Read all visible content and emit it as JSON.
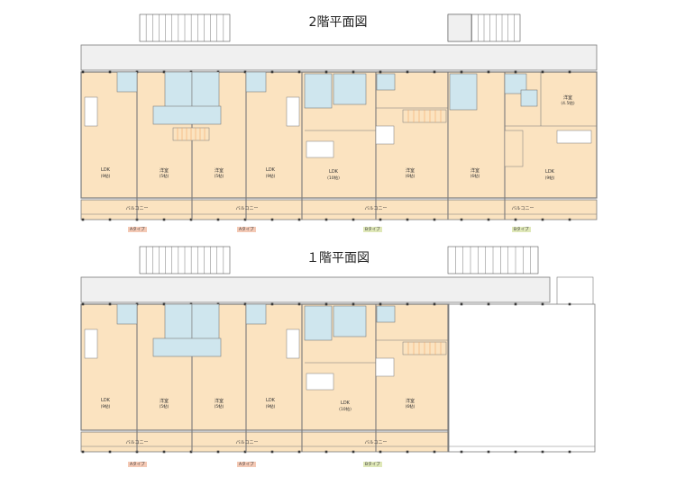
{
  "colors": {
    "room": "#fbe3c0",
    "wet": "#cfe6ee",
    "corridor": "#f0f0f0",
    "wall": "#7a7a7a",
    "column": "#3a3a3a",
    "stairs": "#f2a15a",
    "type_a": "#f4c9b5",
    "type_b": "#dfe8b8"
  },
  "floors": [
    {
      "title": "2階平面図",
      "units": [
        {
          "type_label": "Aタイプ",
          "rooms": [
            {
              "name": "LDK",
              "size": "(9帖)"
            },
            {
              "name": "洋室",
              "size": "(5帖)"
            }
          ]
        },
        {
          "type_label": "Aタイプ",
          "rooms": [
            {
              "name": "洋室",
              "size": "(5帖)"
            },
            {
              "name": "LDK",
              "size": "(9帖)"
            }
          ]
        },
        {
          "type_label": "Bタイプ",
          "rooms": [
            {
              "name": "LDK",
              "size": "(10帖)"
            },
            {
              "name": "洋室",
              "size": "(6帖)"
            }
          ]
        },
        {
          "type_label": "Bタイプ",
          "rooms": [
            {
              "name": "洋室",
              "size": "(6帖)"
            },
            {
              "name": "LDK",
              "size": "(9帖)"
            },
            {
              "name": "洋室",
              "size": "(4.5帖)"
            }
          ]
        }
      ],
      "balconies": [
        "バルコニー",
        "バルコニー",
        "バルコニー",
        "バルコニー"
      ]
    },
    {
      "title": "１階平面図",
      "units": [
        {
          "type_label": "Aタイプ",
          "rooms": [
            {
              "name": "LDK",
              "size": "(9帖)"
            },
            {
              "name": "洋室",
              "size": "(5帖)"
            }
          ]
        },
        {
          "type_label": "Aタイプ",
          "rooms": [
            {
              "name": "洋室",
              "size": "(5帖)"
            },
            {
              "name": "LDK",
              "size": "(9帖)"
            }
          ]
        },
        {
          "type_label": "Bタイプ",
          "rooms": [
            {
              "name": "LDK",
              "size": "(10帖)"
            },
            {
              "name": "洋室",
              "size": "(6帖)"
            }
          ]
        }
      ],
      "balconies": [
        "バルコニー",
        "バルコニー",
        "バルコニー"
      ]
    }
  ]
}
